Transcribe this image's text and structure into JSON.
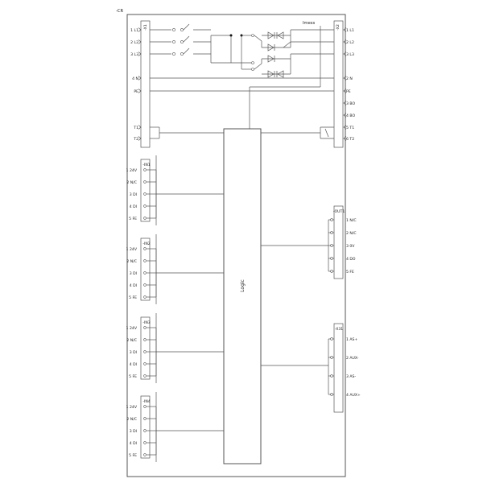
{
  "title": "-CR",
  "imess_label": "Imess",
  "logic_label": "Logic",
  "main_left": {
    "name": "-X1",
    "labels": [
      "1 L1",
      "2 L2",
      "3 L3",
      "4 N",
      "PE",
      "T1",
      "T2"
    ]
  },
  "main_right": {
    "name": "-X2",
    "labels": [
      "1 L1",
      "2 L2",
      "3 L3",
      "2 N",
      "PE",
      "3 BO",
      "4 BO",
      "5 T1",
      "6 T2"
    ]
  },
  "inputs": [
    {
      "name": "-IN1",
      "labels": [
        "1 24V",
        "2 N/C",
        "3 DI",
        "4 DI",
        "5 FE"
      ]
    },
    {
      "name": "-IN2",
      "labels": [
        "1 24V",
        "2 N/C",
        "3 DI",
        "4 DI",
        "5 FE"
      ]
    },
    {
      "name": "-IN3",
      "labels": [
        "1 24V",
        "2 N/C",
        "3 DI",
        "4 DI",
        "5 FE"
      ]
    },
    {
      "name": "-IN4",
      "labels": [
        "1 24V",
        "2 N/C",
        "3 DI",
        "4 DI",
        "5 FE"
      ]
    }
  ],
  "out1": {
    "name": "-OUT1",
    "labels": [
      "1 N/C",
      "2 N/C",
      "3 0V",
      "4 DO",
      "5 FE"
    ]
  },
  "x31": {
    "name": "-X31",
    "labels": [
      "1 AS+",
      "2 AUX-",
      "3 AS-",
      "4 AUX+"
    ]
  }
}
